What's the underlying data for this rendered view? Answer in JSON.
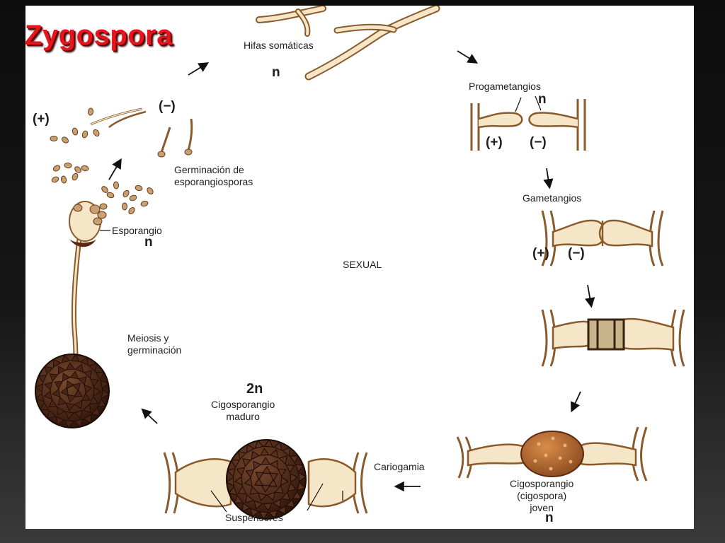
{
  "slide": {
    "title": "Zygospora",
    "colors": {
      "title": "#e8141c",
      "hypha_fill": "#f5e6c8",
      "hypha_stroke": "#8a5a2b",
      "zygo_dark": "#4a2416",
      "spore": "#c9a071"
    }
  },
  "diagram": {
    "hifas": {
      "label": "Hifas\nsomáticas",
      "ploidy": "n"
    },
    "progametangios": {
      "label": "Progametangios",
      "ploidy": "n",
      "mating": [
        "(+)",
        "(−)"
      ]
    },
    "gametangios": {
      "label": "Gametangios",
      "mating": [
        "(+)",
        "(−)"
      ]
    },
    "cigosporangio_joven": {
      "label": "Cigosporangio\n(cigospora)\njoven",
      "ploidy": "n"
    },
    "cariogamia": {
      "label": "Cariogamia"
    },
    "cigosporangio_maduro": {
      "ploidy": "2n",
      "label": "Cigosporangio\nmaduro"
    },
    "suspensores": {
      "label": "Suspensores"
    },
    "meiosis": {
      "label": "Meiosis y\ngerminación"
    },
    "esporangio": {
      "label": "Esporangio",
      "ploidy": "n"
    },
    "germinacion": {
      "label": "Germinación de\nesporangiosporas",
      "mating": [
        "(+)",
        "(−)"
      ]
    },
    "center": {
      "label": "SEXUAL"
    }
  }
}
